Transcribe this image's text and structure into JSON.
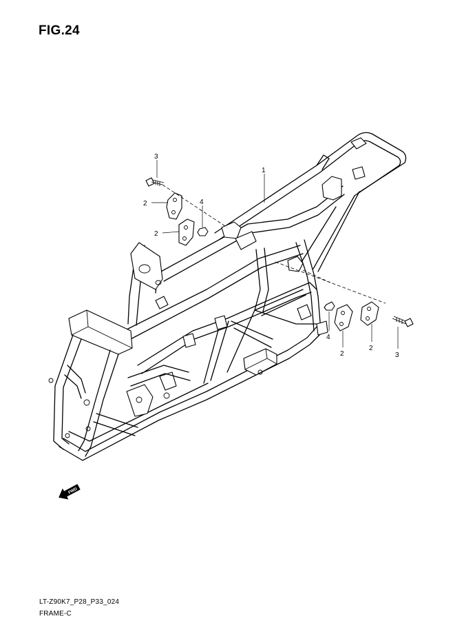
{
  "figure": {
    "title": "FIG.24"
  },
  "footer": {
    "model_code": "LT-Z90K7_P28_P33_024",
    "section_name": "FRAME-C"
  },
  "fwd_label": "FWD",
  "callouts": [
    {
      "id": "c1",
      "label": "1"
    },
    {
      "id": "c2a",
      "label": "2"
    },
    {
      "id": "c2b",
      "label": "2"
    },
    {
      "id": "c2c",
      "label": "2"
    },
    {
      "id": "c2d",
      "label": "2"
    },
    {
      "id": "c3a",
      "label": "3"
    },
    {
      "id": "c3b",
      "label": "3"
    },
    {
      "id": "c4a",
      "label": "4"
    },
    {
      "id": "c4b",
      "label": "4"
    }
  ]
}
